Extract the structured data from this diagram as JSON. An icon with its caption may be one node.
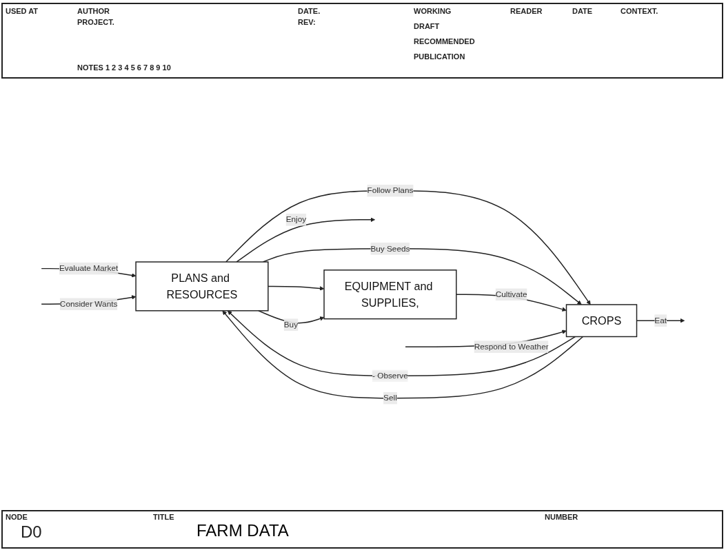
{
  "diagram": {
    "title": "FARM DATA",
    "nodes": [
      {
        "text": [
          "PLANS and RESOURCES"
        ]
      },
      {
        "text": [
          "EQUIPMENT and SUPPLIES,"
        ]
      },
      {
        "text": [
          "CROPS"
        ]
      }
    ],
    "edges": [
      {
        "from": null,
        "to": 0,
        "arrow": "to",
        "label": "Evaluate Market"
      },
      {
        "from": null,
        "to": 0,
        "arrow": "to",
        "label": "Consider Wants"
      },
      {
        "from": 2,
        "to": 0,
        "arrow": "to",
        "label": "- Observe"
      },
      {
        "from": 0,
        "to": null,
        "arrow": "to",
        "label": "Enjoy"
      },
      {
        "from": 0,
        "to": 2,
        "arrow": "to",
        "label": "Follow Plans"
      },
      {
        "from": 0,
        "to": 1,
        "arrow": "to"
      },
      {
        "from": 0,
        "to": 1,
        "arrow": "to",
        "label": "Buy"
      },
      {
        "from": 0,
        "to": 2,
        "arrow": "to",
        "label": "Buy Seeds"
      },
      {
        "from": 1,
        "to": 2,
        "arrow": "to",
        "label": "Cultivate"
      },
      {
        "from": null,
        "to": 2,
        "arrow": "to",
        "label": "Respond to Weather"
      },
      {
        "from": 2,
        "to": null,
        "arrow": "to",
        "label": "Eat"
      },
      {
        "from": 2,
        "to": 0,
        "arrow": "to",
        "label": "Sell"
      }
    ],
    "labels": [
      "USED AT",
      "AUTHOR",
      "PROJECT.",
      "NOTES 1 2 3 4 5 6 7 8 9 10",
      "DATE.",
      "REV:",
      "WORKING",
      "DRAFT",
      "RECOMMENDED",
      "PUBLICATION",
      "READER",
      "DATE",
      "CONTEXT.",
      "NODE",
      "D0",
      "TITLE",
      "NUMBER"
    ]
  }
}
